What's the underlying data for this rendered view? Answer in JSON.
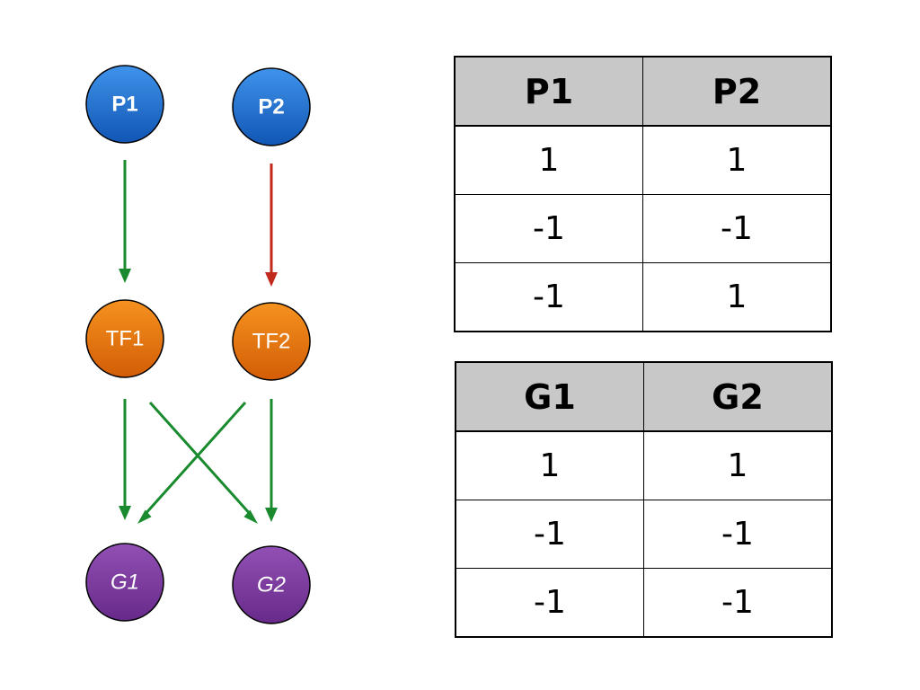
{
  "nodes": {
    "p1": {
      "label": "P1"
    },
    "p2": {
      "label": "P2"
    },
    "tf1": {
      "label": "TF1"
    },
    "tf2": {
      "label": "TF2"
    },
    "g1": {
      "label": "G1"
    },
    "g2": {
      "label": "G2"
    }
  },
  "colors": {
    "promoter": "#1f6fcf",
    "transcription_factor": "#e8730f",
    "gene": "#7b3a9c",
    "activation_edge": "#1a8a2e",
    "repression_edge": "#c0291c",
    "table_header_bg": "#c8c8c8"
  },
  "edges": [
    {
      "from": "P1",
      "to": "TF1",
      "type": "activation"
    },
    {
      "from": "P2",
      "to": "TF2",
      "type": "repression"
    },
    {
      "from": "TF1",
      "to": "G1",
      "type": "activation"
    },
    {
      "from": "TF1",
      "to": "G2",
      "type": "activation"
    },
    {
      "from": "TF2",
      "to": "G1",
      "type": "activation"
    },
    {
      "from": "TF2",
      "to": "G2",
      "type": "activation"
    }
  ],
  "promoter_table": {
    "headers": [
      "P1",
      "P2"
    ],
    "rows": [
      [
        "1",
        "1"
      ],
      [
        "-1",
        "-1"
      ],
      [
        "-1",
        "1"
      ]
    ]
  },
  "gene_table": {
    "headers": [
      "G1",
      "G2"
    ],
    "rows": [
      [
        "1",
        "1"
      ],
      [
        "-1",
        "-1"
      ],
      [
        "-1",
        "-1"
      ]
    ]
  }
}
